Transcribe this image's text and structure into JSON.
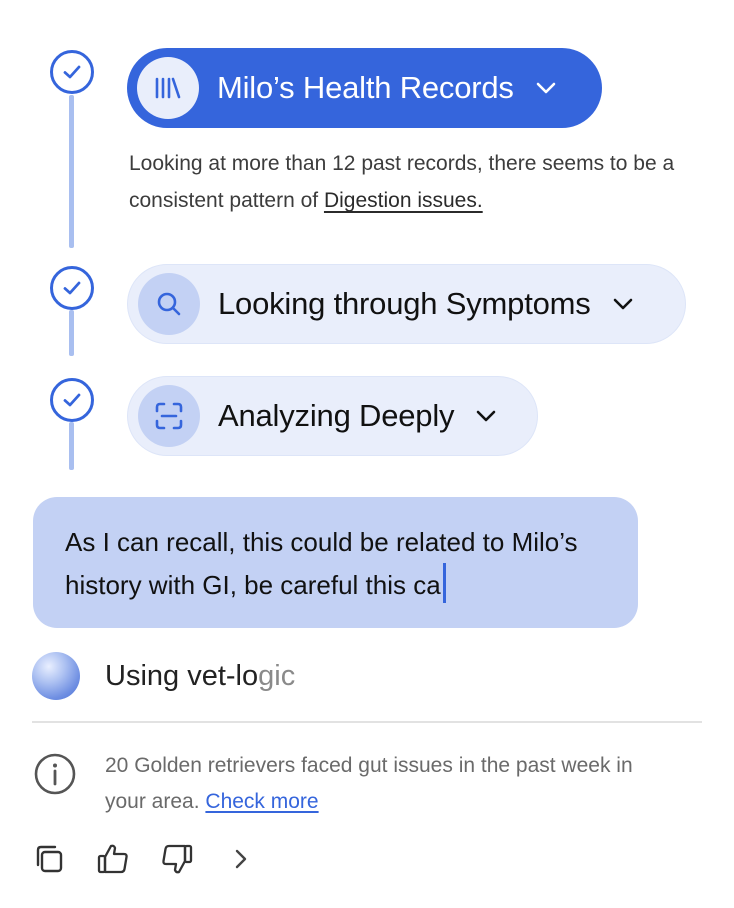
{
  "steps": [
    {
      "label": "Milo’s Health Records",
      "icon": "records-icon",
      "description_prefix": "Looking at more than 12 past records, there seems to be a consistent pattern of ",
      "description_link": "Digestion issues."
    },
    {
      "label": "Looking through Symptoms",
      "icon": "search-icon"
    },
    {
      "label": "Analyzing Deeply",
      "icon": "scan-icon"
    }
  ],
  "reply": {
    "text": "As I can recall, this could be related to Milo’s history with GI, be careful this ca"
  },
  "agent": {
    "label_prefix": "Using vet-lo",
    "label_fade": "gic"
  },
  "info": {
    "text": "20 Golden retrievers faced gut issues in the past week in your area.",
    "link": "Check more"
  },
  "colors": {
    "accent": "#3565dc",
    "pill_light": "#e9eefb",
    "bubble": "#c3d1f4",
    "timeline": "#a9bff0"
  }
}
